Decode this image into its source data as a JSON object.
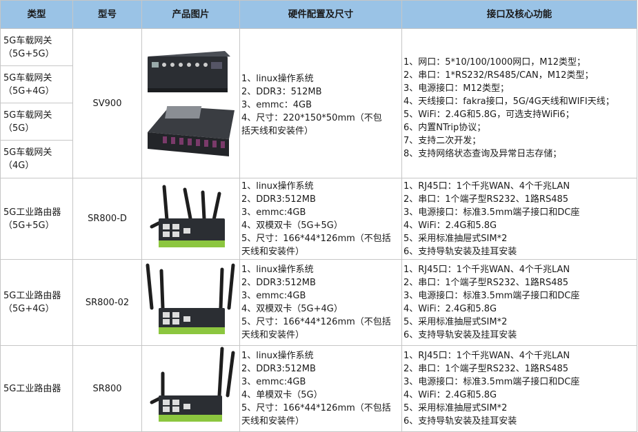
{
  "headers": [
    "类型",
    "型号",
    "产品图片",
    "硬件配置及尺寸",
    "接口及核心功能"
  ],
  "rows": [
    {
      "types": [
        {
          "line1": "5G车载网关",
          "line2": "（5G+5G）"
        },
        {
          "line1": "5G车载网关",
          "line2": "（5G+4G）"
        },
        {
          "line1": "5G车载网关",
          "line2": "（5G）"
        },
        {
          "line1": "5G车载网关",
          "line2": "（4G）"
        }
      ],
      "model": "SV900",
      "hardware": [
        "1、linux操作系统",
        "2、DDR3：512MB",
        " 3、emmc：4GB",
        " 4、尺寸：220*150*50mm（不包",
        "括天线和安装件）"
      ],
      "features": [
        "1、网口：5*10/100/1000网口，M12类型；",
        "2、串口：1*RS232/RS485/CAN，M12类型；",
        "3、电源接口：M12类型；",
        "4、天线接口：fakra接口，5G/4G天线和WIFI天线；",
        "5、WiFi：2.4G和5.8G，可选支持WiFi6；",
        "6、内置NTrip协议；",
        "7、支持二次开发；",
        "8、支持网络状态查询及异常日志存储；"
      ]
    },
    {
      "type": {
        "line1": "5G工业路由器",
        "line2": "（5G+5G）"
      },
      "model": "SR800-D",
      "hardware": [
        "1、linux操作系统",
        "2、DDR3:512MB",
        "3、emmc:4GB",
        "4、双模双卡（5G+5G）",
        "5、尺寸：166*44*126mm（不包括",
        "天线和安装件）"
      ],
      "features": [
        "1、RJ45口：1个千兆WAN、4个千兆LAN",
        "2、串口：1个端子型RS232、1路RS485",
        "3、电源接口：标准3.5mm端子接口和DC座",
        "4、WiFi：2.4G和5.8G",
        "5、采用标准抽屉式SIM*2",
        "6、支持导轨安装及挂耳安装"
      ]
    },
    {
      "type": {
        "line1": "5G工业路由器",
        "line2": "（5G+4G）"
      },
      "model": "SR800-02",
      "hardware": [
        "1、linux操作系统",
        "2、DDR3:512MB",
        "3、emmc:4GB",
        "4、双模双卡（5G+4G）",
        "5、尺寸：166*44*126mm（不包括",
        "天线和安装件）"
      ],
      "features": [
        "1、RJ45口：1个千兆WAN、4个千兆LAN",
        "2、串口：1个端子型RS232、1路RS485",
        "3、电源接口：标准3.5mm端子接口和DC座",
        "4、WiFi：2.4G和5.8G",
        "5、采用标准抽屉式SIM*2",
        "6、支持导轨安装及挂耳安装"
      ]
    },
    {
      "type": {
        "line1": "5G工业路由器",
        "line2": ""
      },
      "model": "SR800",
      "hardware": [
        "1、linux操作系统",
        "2、DDR3:512MB",
        "3、emmc:4GB",
        "4、单模双卡（5G）",
        "5、尺寸：166*44*126mm（不包括",
        "天线和安装件）"
      ],
      "features": [
        "1、RJ45口：1个千兆WAN、4个千兆LAN",
        "2、串口：1个端子型RS232、1路RS485",
        "3、电源接口：标准3.5mm端子接口和DC座",
        "4、WiFi：2.4G和5.8G",
        "5、采用标准抽屉式SIM*2",
        "6、支持导轨安装及挂耳安装"
      ]
    }
  ],
  "colors": {
    "header_bg": "#9ac3e6",
    "border": "#c6c6c6",
    "device_body": "#2b2e33",
    "device_green": "#8cc63f",
    "connector_purple": "#7a3a6a"
  }
}
